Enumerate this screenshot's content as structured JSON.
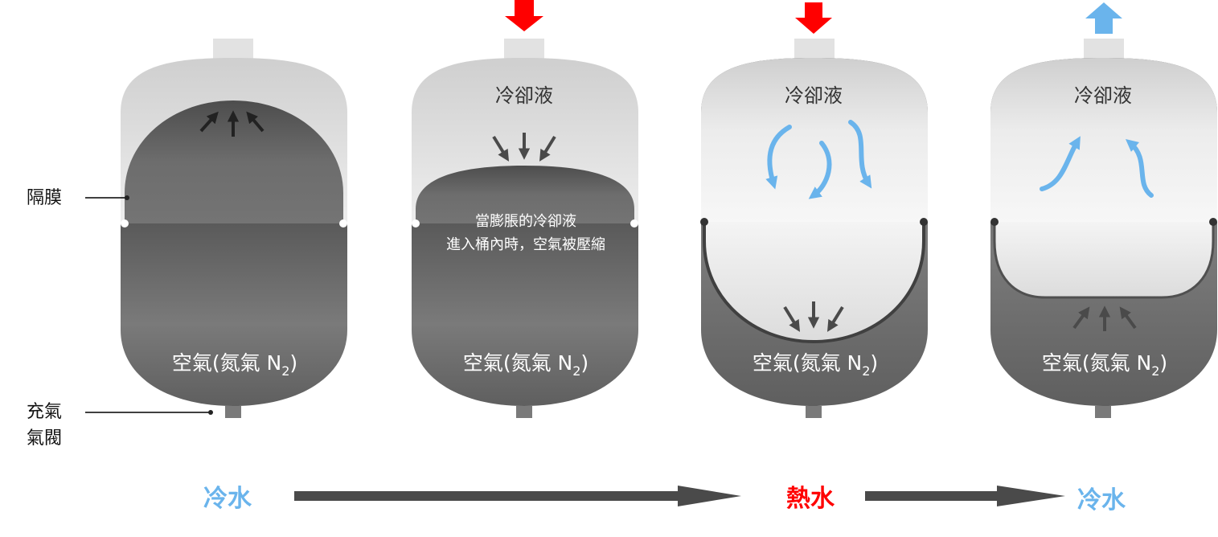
{
  "labels": {
    "diaphragm": "隔膜",
    "valve_line1": "充氣",
    "valve_line2": "氣閥",
    "coolant": "冷卻液",
    "air_prefix": "空氣(氮氣 N",
    "air_sub": "2",
    "air_suffix": ")",
    "note_line1": "當膨脹的冷卻液",
    "note_line2": "進入桶內時，空氣被壓縮"
  },
  "bottom": {
    "stage1": "冷水",
    "stage2": "熱水",
    "stage3": "冷水"
  },
  "colors": {
    "hot": "#ff0000",
    "cold": "#6ab4ec",
    "air": "#6f6f6f",
    "coolant": "#e6e6e6",
    "arrow": "#4a4a4a"
  },
  "icons": {
    "inflow_arrow": "arrow-down-icon",
    "outflow_arrow": "arrow-up-icon",
    "flow_arrow": "arrow-right-icon"
  }
}
